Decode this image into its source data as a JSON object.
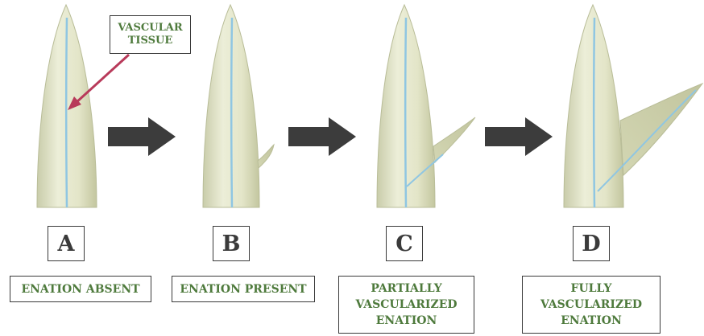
{
  "colors": {
    "label_text": "#4e7a3c",
    "letter_text": "#3a3a3a",
    "vascular": "#8fc6e2",
    "arrow": "#3c3c3c",
    "callout_pointer": "#b83a5a",
    "stem_fill": "#dfe2c6",
    "stem_edge": "#b9bd98"
  },
  "callout": {
    "lines": [
      "VASCULAR",
      "TISSUE"
    ]
  },
  "stages": [
    {
      "letter": "A",
      "label_lines": [
        "ENATION ABSENT"
      ]
    },
    {
      "letter": "B",
      "label_lines": [
        "ENATION PRESENT"
      ]
    },
    {
      "letter": "C",
      "label_lines": [
        "PARTIALLY",
        "VASCULARIZED",
        "ENATION"
      ]
    },
    {
      "letter": "D",
      "label_lines": [
        "FULLY",
        "VASCULARIZED",
        "ENATION"
      ]
    }
  ],
  "icons": [
    "right-arrow-icon",
    "right-arrow-icon",
    "right-arrow-icon"
  ]
}
